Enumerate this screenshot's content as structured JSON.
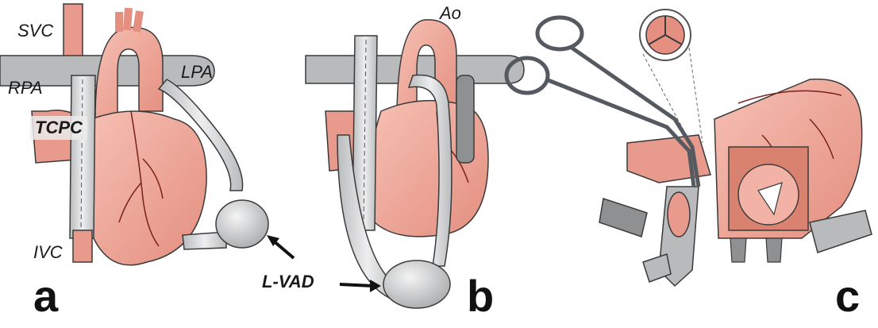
{
  "panels": [
    {
      "letter": "a"
    },
    {
      "letter": "b"
    },
    {
      "letter": "c"
    }
  ],
  "labels": {
    "svc": "SVC",
    "rpa": "RPA",
    "lpa": "LPA",
    "tcpc": "TCPC",
    "ivc": "IVC",
    "ao": "Ao",
    "lvad": "L-VAD"
  },
  "colors": {
    "heart": "#f0a79a",
    "heart_dark": "#d9826f",
    "vessel": "#e89a8c",
    "graft": "#c9cbcd",
    "graft_light": "#e2e3e4",
    "instrument": "#555a60",
    "outline": "#3a3a3a",
    "coronary": "#7a1f1a"
  }
}
